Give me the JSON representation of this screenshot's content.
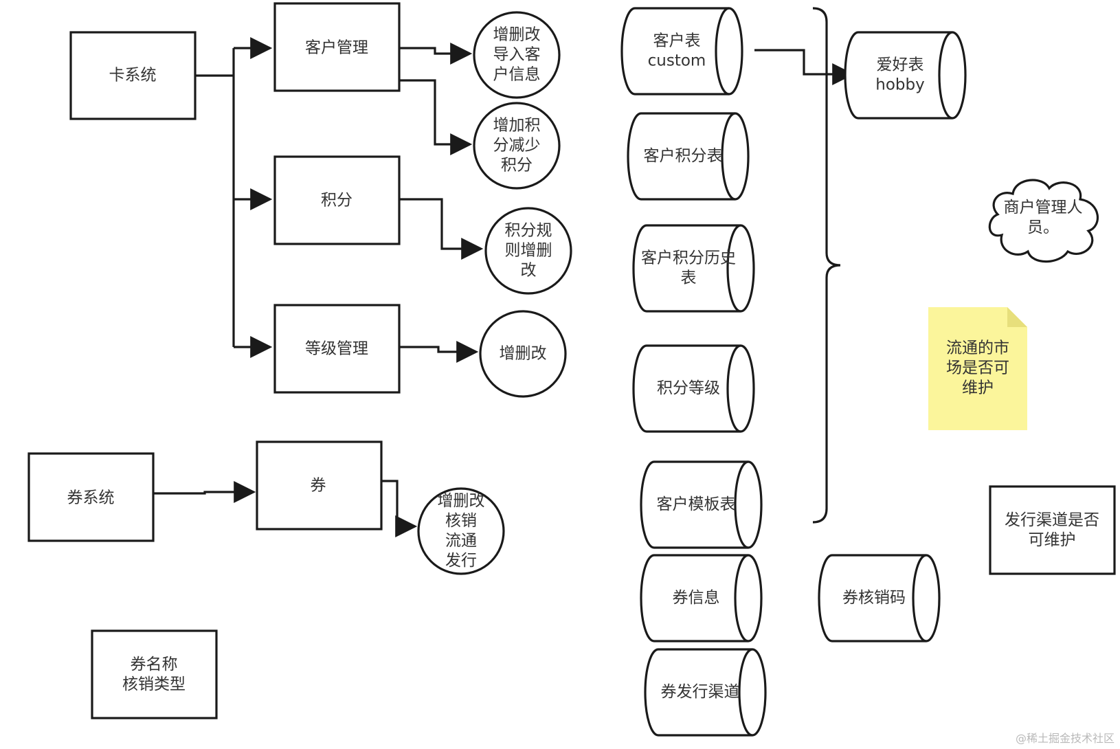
{
  "colors": {
    "stroke": "#1a1a1a",
    "text": "#333333",
    "note_fill": "#fbf59b",
    "note_fold": "#e7df7c",
    "background": "#ffffff"
  },
  "boxes": {
    "card_system": "卡系统",
    "customer_mgmt": "客户管理",
    "points": "积分",
    "level_mgmt": "等级管理",
    "coupon_system": "券系统",
    "coupon": "券",
    "coupon_name": [
      "券名称",
      "核销类型"
    ],
    "issue_channel": [
      "发行渠道是否",
      "可维护"
    ]
  },
  "circles": {
    "import_customer": [
      "增删改",
      "导入客",
      "户信息"
    ],
    "add_reduce_points": [
      "增加积",
      "分减少",
      "积分"
    ],
    "points_rule": [
      "积分规",
      "则增删",
      "改"
    ],
    "level_crud": [
      "增删改"
    ],
    "coupon_ops": [
      "增删改",
      "核销",
      "流通",
      "发行"
    ]
  },
  "tables": {
    "customer": [
      "客户表",
      "custom"
    ],
    "customer_points": [
      "客户积分表"
    ],
    "points_history": [
      "客户积分历史",
      "表"
    ],
    "points_level": [
      "积分等级"
    ],
    "customer_template": [
      "客户模板表"
    ],
    "coupon_info": [
      "券信息"
    ],
    "coupon_channel": [
      "券发行渠道"
    ],
    "hobby": [
      "爱好表",
      "hobby"
    ],
    "coupon_code": [
      "券核销码"
    ]
  },
  "cloud": [
    "商户管理人",
    "员。"
  ],
  "note": [
    "流通的市",
    "场是否可",
    "维护"
  ],
  "watermark": "@稀土掘金技术社区"
}
